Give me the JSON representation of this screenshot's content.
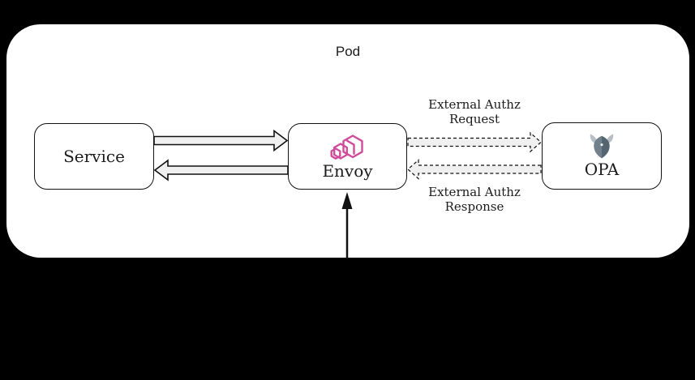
{
  "theme": {
    "background": "#000000",
    "pod_fill": "#ffffff",
    "line_color": "#111111",
    "arrow_fill": "#f0f0f0",
    "text_color": "#1c1c1c",
    "envoy_pink": "#d04d9b",
    "opa_dark": "#546572",
    "opa_horn": "#b7bec4"
  },
  "pod": {
    "label": "Pod"
  },
  "nodes": {
    "service": {
      "label": "Service"
    },
    "envoy": {
      "label": "Envoy",
      "icon": "envoy-hexagons-logo"
    },
    "opa": {
      "label": "OPA",
      "icon": "opa-helmet-logo"
    }
  },
  "edges": {
    "service_to_envoy": {
      "style": "solid-block-arrow",
      "direction": "right",
      "label": ""
    },
    "envoy_to_service": {
      "style": "solid-block-arrow",
      "direction": "left",
      "label": ""
    },
    "envoy_to_opa": {
      "style": "dashed-block-arrow",
      "direction": "right",
      "label": "External Authz Request"
    },
    "opa_to_envoy": {
      "style": "dashed-block-arrow",
      "direction": "left",
      "label": "External Authz Response"
    },
    "inbound_to_envoy": {
      "style": "plain-arrow",
      "direction": "up",
      "label": ""
    }
  }
}
